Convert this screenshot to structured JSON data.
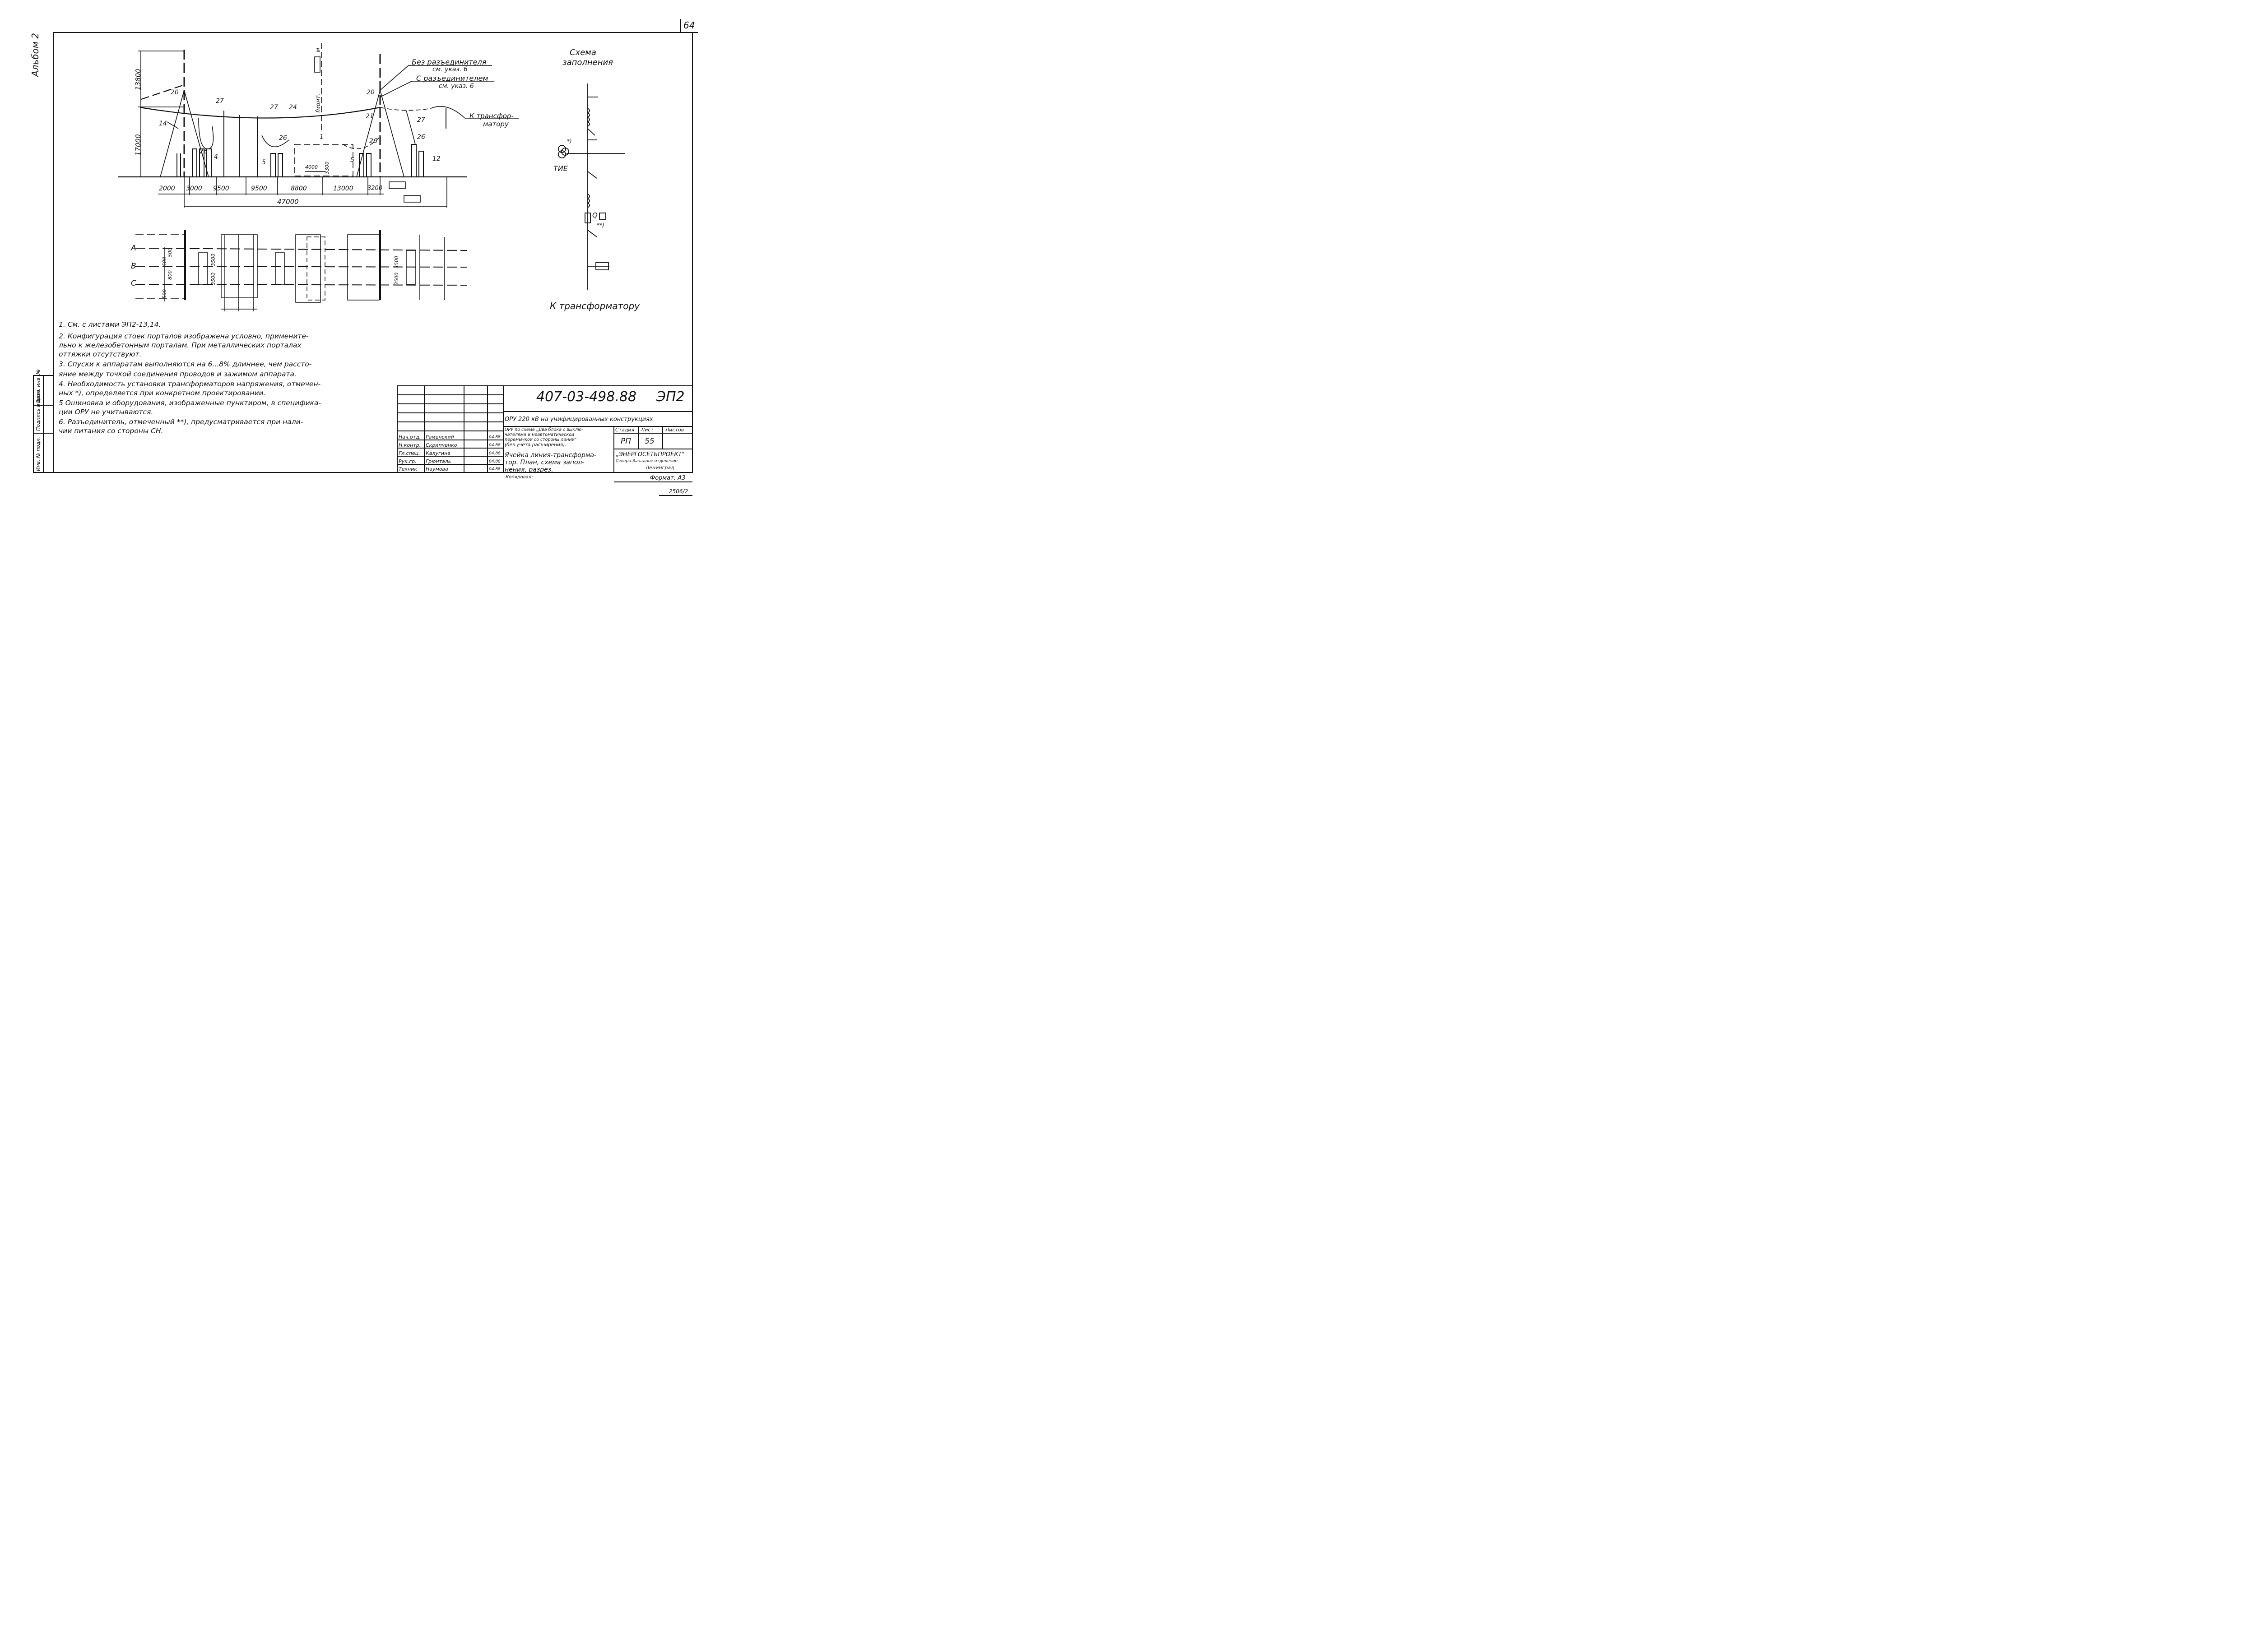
{
  "sheet_number": "64",
  "album_label": "Альбом 2",
  "side_stamp": [
    "Инв. № подл.",
    "Подпись и дата",
    "Взам. инв. №"
  ],
  "section": {
    "dims_vertical": [
      "13800",
      "17000"
    ],
    "dims_horizontal": [
      "2000",
      "3000",
      "9500",
      "9500",
      "8800",
      "13000",
      "3200"
    ],
    "dim_total": "47000",
    "dims_small": [
      "4000",
      "3300"
    ],
    "h_mount": "fмонт.",
    "h_mount_sub": "м",
    "callouts": [
      "20",
      "14",
      "27",
      "27",
      "24",
      "26",
      "4",
      "1",
      "26",
      "5",
      "20",
      "21",
      "5",
      "26",
      "27",
      "26",
      "12"
    ],
    "labels": {
      "without_disc": "Без разъединителя",
      "without_disc_ref": "см. указ. 6",
      "with_disc": "С разъединителем",
      "with_disc_ref": "см. указ. 6",
      "to_transformer": "К трансфор-",
      "to_transformer2": "матору"
    }
  },
  "plan": {
    "phases": [
      "A",
      "B",
      "C"
    ],
    "dims": [
      "500",
      "500",
      "500",
      "800",
      "3500",
      "3500",
      "3500",
      "3500"
    ]
  },
  "scheme": {
    "title_line1": "Схема",
    "title_line2": "заполнения",
    "tie_label": "ТИЕ",
    "star": "*)",
    "double_star": "**)",
    "q_label": "Q",
    "bottom_label": "К трансформатору"
  },
  "notes": [
    "1. См. с листами ЭП2-13,14.",
    "2. Конфигурация стоек порталов изображена условно, примените-",
    "    льно к железобетонным порталам. При металлических порталах",
    "    оттяжки отсутствуют.",
    "3. Спуски к аппаратам выполняются на 6...8% длиннее, чем рассто-",
    "    яние между точкой соединения проводов и зажимом аппарата.",
    "4. Необходимость установки трансформаторов напряжения, отмечен-",
    "    ных *), определяется при конкретном проектировании.",
    "5 Ошиновка и оборудования, изображенные пунктиром, в специфика-",
    "    ции ОРУ не учитываются.",
    "6. Разъединитель, отмеченный **), предусматривается при нали-",
    "    чии питания со стороны СН."
  ],
  "title_block": {
    "doc_code": "407-03-498.88",
    "sheet_code": "ЭП2",
    "object": "ОРУ 220 кВ на унифицированных конструкциях",
    "scheme_desc": [
      "ОРУ по схеме „Два блока с выклю-",
      "чателями и неавтоматической",
      "перемычкой со стороны линий\"",
      "(без учета расширения)."
    ],
    "title": [
      "Ячейка линия-трансформа-",
      "тор. План, схема запол-",
      "нения, разрез."
    ],
    "stage_hdr": "Стадия",
    "sheet_hdr": "Лист",
    "sheets_hdr": "Листов",
    "stage": "РП",
    "sheet": "55",
    "org": "„ЭНЕРГОСЕТЬПРОЕКТ\"",
    "branch": "Северо-Западное отделение",
    "city": "Ленинград",
    "copied": "Копировал:",
    "format": "Формат: А3",
    "inv": "2506/2",
    "staff": [
      {
        "role": "Нач.отд.",
        "name": "Раменский",
        "date": "04.88"
      },
      {
        "role": "Н.контр.",
        "name": "Скрипченко",
        "date": "04.88"
      },
      {
        "role": "Гл.спец.",
        "name": "Калугина",
        "date": "04.88"
      },
      {
        "role": "Рук.гр.",
        "name": "Грюнталь",
        "date": "04.88"
      },
      {
        "role": "Техник",
        "name": "Наумова",
        "date": "04.88"
      }
    ]
  }
}
